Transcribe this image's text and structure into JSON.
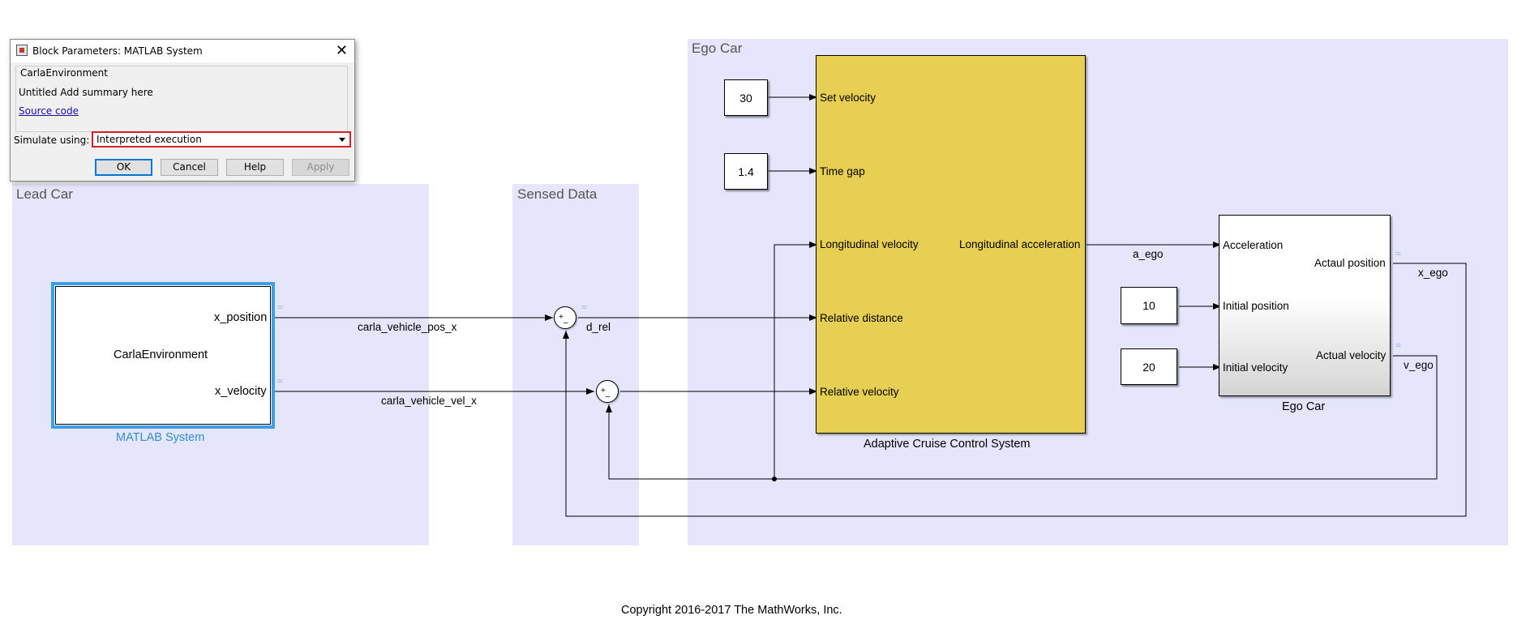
{
  "dialog": {
    "title": "Block Parameters: MATLAB System",
    "group_title": "CarlaEnvironment",
    "summary": "Untitled Add summary here",
    "source_link": "Source code",
    "simulate_label": "Simulate using:",
    "simulate_value": "Interpreted execution",
    "buttons": {
      "ok": "OK",
      "cancel": "Cancel",
      "help": "Help",
      "apply": "Apply"
    }
  },
  "areas": {
    "lead_car": "Lead Car",
    "sensed_data": "Sensed Data",
    "ego_car": "Ego Car"
  },
  "matlab_system": {
    "block_text": "CarlaEnvironment",
    "caption": "MATLAB System",
    "out_ports": [
      "x_position",
      "x_velocity"
    ]
  },
  "signals": {
    "pos": "carla_vehicle_pos_x",
    "vel": "carla_vehicle_vel_x",
    "d_rel": "d_rel",
    "a_ego": "a_ego",
    "x_ego": "x_ego",
    "v_ego": "v_ego"
  },
  "constants": [
    "30",
    "1.4",
    "10",
    "20"
  ],
  "acc": {
    "caption": "Adaptive Cruise Control System",
    "in_ports": [
      "Set velocity",
      "Time gap",
      "Longitudinal velocity",
      "Relative distance",
      "Relative velocity"
    ],
    "out_port": "Longitudinal acceleration"
  },
  "ego": {
    "caption": "Ego Car",
    "in_ports": [
      "Acceleration",
      "Initial position",
      "Initial velocity"
    ],
    "out_ports": [
      "Actaul position",
      "Actual velocity"
    ]
  },
  "copyright": "Copyright 2016-2017 The MathWorks, Inc.",
  "colors": {
    "area": "#e5e5fb",
    "acc_block": "#e6cf52",
    "selection": "#3aa0e8",
    "caption_blue": "#2a8fd6",
    "highlight": "#d62027"
  }
}
